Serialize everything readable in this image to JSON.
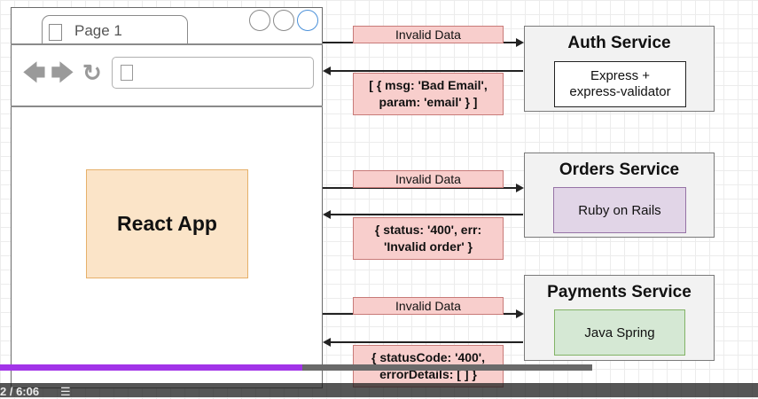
{
  "browser": {
    "tab_title": "Page 1",
    "nav_icons": [
      "arrow-left-icon",
      "arrow-right-icon",
      "reload-icon"
    ],
    "app_label": "React App"
  },
  "auth": {
    "title": "Auth Service",
    "tech": "Express +\nexpress-validator",
    "request": "Invalid Data",
    "response_line1": "[ { msg: 'Bad Email',",
    "response_line2": "param: 'email' } ]"
  },
  "orders": {
    "title": "Orders Service",
    "tech": "Ruby on Rails",
    "request": "Invalid Data",
    "response_line1": "{ status: '400', err:",
    "response_line2": "'Invalid order' }"
  },
  "payments": {
    "title": "Payments Service",
    "tech": "Java Spring",
    "request": "Invalid Data",
    "response_line1": "{ statusCode: '400',",
    "response_line2": "errorDetails: [ ] }"
  },
  "colors": {
    "message_fill": "#f8cecc",
    "app_fill": "#fbe4c8",
    "orders_tech_fill": "#e1d5e7",
    "payments_tech_fill": "#d5e8d4",
    "progress": "#a234e8"
  },
  "player": {
    "time": "2 / 6:06",
    "progress_fraction": 0.51
  }
}
